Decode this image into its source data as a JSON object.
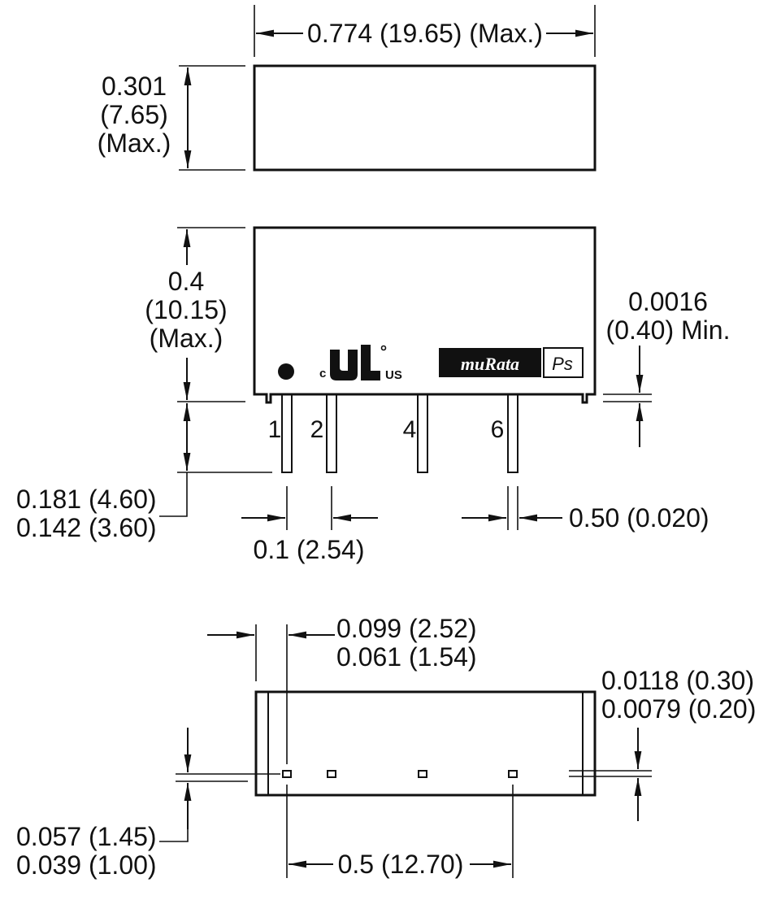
{
  "top_view": {
    "width_label": "0.774 (19.65) (Max.)",
    "height_label": [
      "0.301",
      "(7.65)",
      "(Max.)"
    ]
  },
  "side_view": {
    "height_label": [
      "0.4",
      "(10.15)",
      "(Max.)"
    ],
    "standoff_label": [
      "0.0016",
      "(0.40) Min."
    ],
    "pin_length_label": [
      "0.181 (4.60)",
      "0.142 (3.60)"
    ],
    "pin_pitch_label": "0.1 (2.54)",
    "pin_width_label": "0.50 (0.020)",
    "pins": [
      "1",
      "2",
      "4",
      "6"
    ],
    "markings": {
      "ul_c": "c",
      "ul_us": "US",
      "brand": "muRata",
      "brand_suffix": "Ps"
    }
  },
  "bottom_view": {
    "offset_label": [
      "0.099 (2.52)",
      "0.061 (1.54)"
    ],
    "thickness_label": [
      "0.0118 (0.30)",
      "0.0079 (0.20)"
    ],
    "pin_height_label": [
      "0.057 (1.45)",
      "0.039 (1.00)"
    ],
    "span_label": "0.5 (12.70)"
  },
  "colors": {
    "line": "#111111",
    "background": "#ffffff"
  }
}
